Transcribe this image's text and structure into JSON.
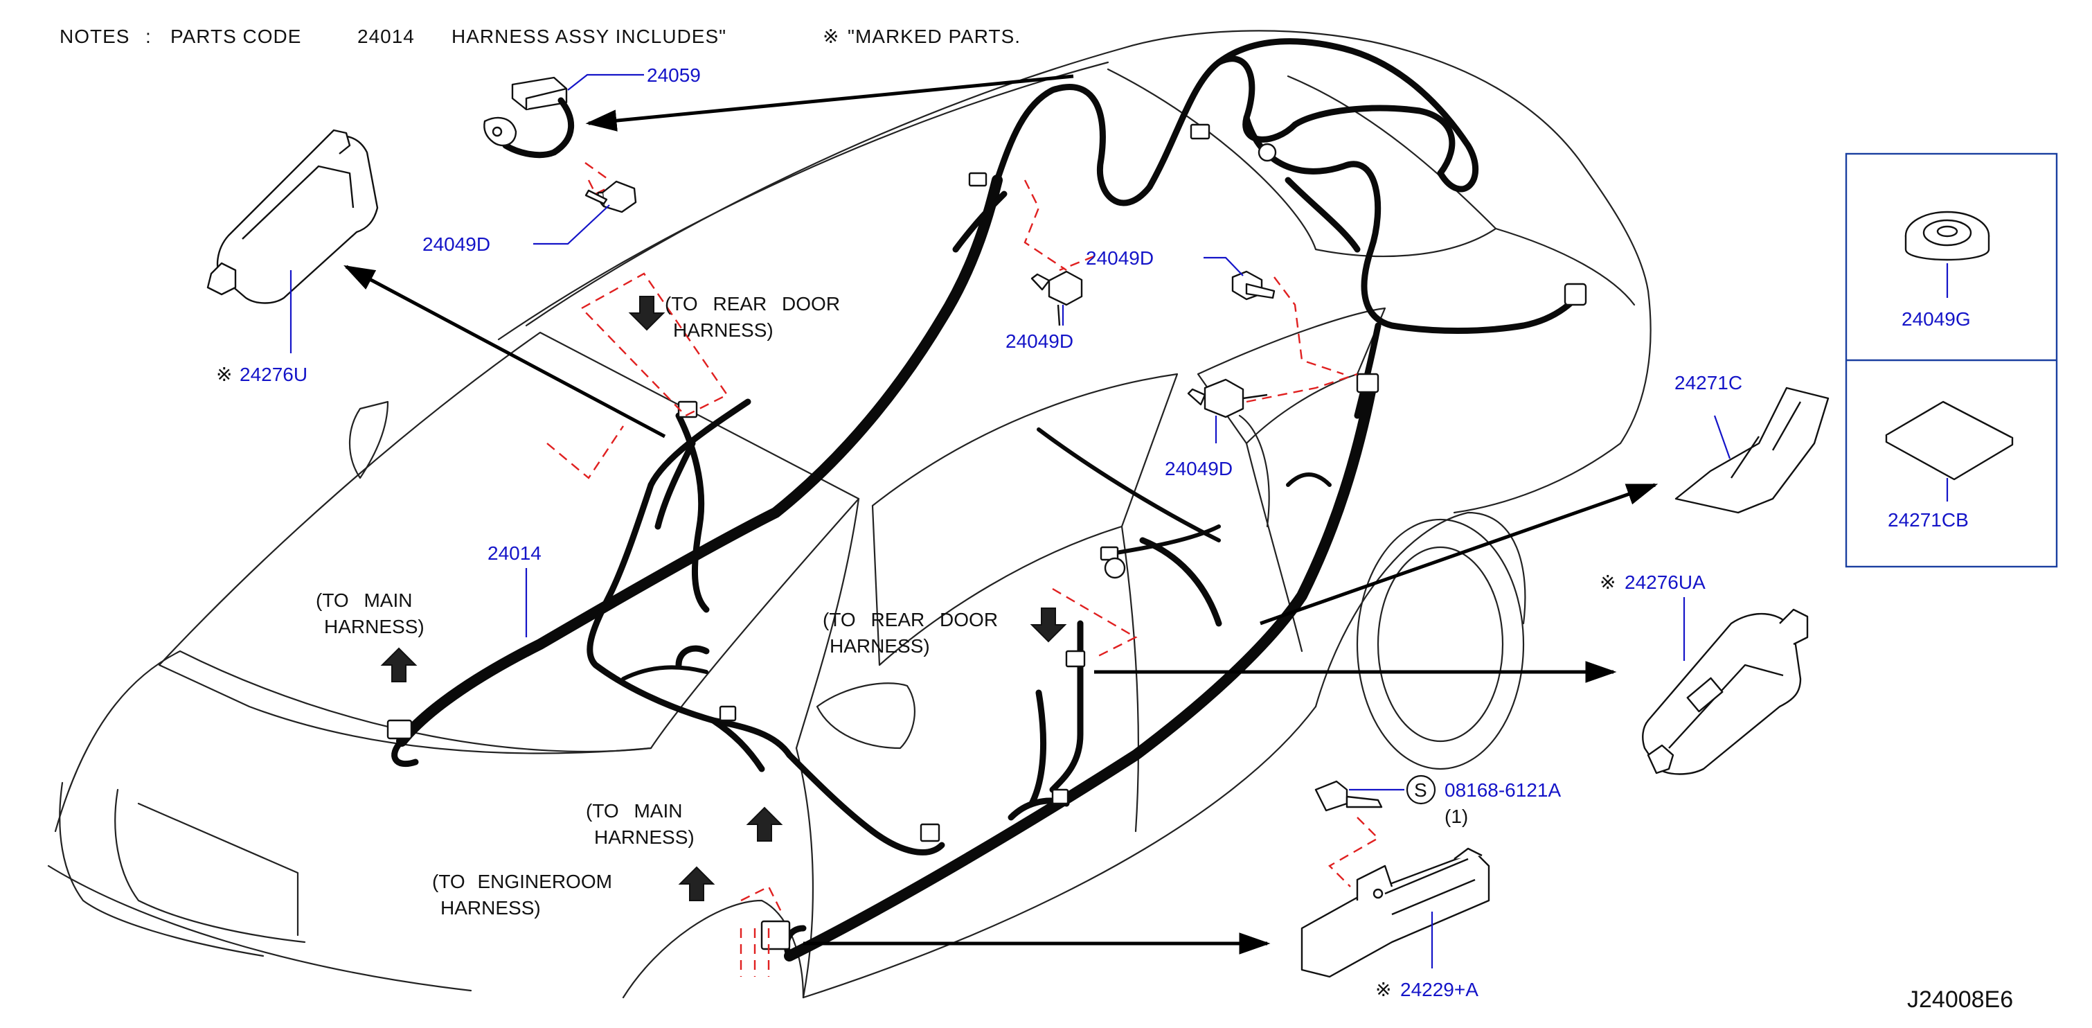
{
  "notes": {
    "prefix": "NOTES",
    "colon": ":",
    "parts_code": "PARTS CODE",
    "code": "24014",
    "includes": "HARNESS ASSY INCLUDES\"",
    "marked_symbol": "※",
    "marked": "\"MARKED PARTS."
  },
  "symbols": {
    "marked": "※",
    "screw_symbol": "S"
  },
  "labels": {
    "p24059": "24059",
    "p24049D_top": "24049D",
    "p24276U": "24276U",
    "p24049D_mid": "24049D",
    "p24049D_mid2": "24049D",
    "p24049D_right": "24049D",
    "p24014": "24014",
    "p24049G": "24049G",
    "p24271CB": "24271CB",
    "p24271C": "24271C",
    "p24276UA": "24276UA",
    "p08168": "08168-6121A",
    "p08168_qty": "(1)",
    "p24229A": "24229+A"
  },
  "callouts": {
    "rear_door_1a": "(TO REAR DOOR",
    "rear_door_1b": "HARNESS)",
    "main_1a": "(TO MAIN",
    "main_1b": "HARNESS)",
    "rear_door_2a": "(TO REAR DOOR",
    "rear_door_2b": "HARNESS)",
    "main_2a": "(TO MAIN",
    "main_2b": "HARNESS)",
    "engine_a": "(TO ENGINEROOM",
    "engine_b": "HARNESS)"
  },
  "diagram_ref": "J24008E6",
  "colors": {
    "label_blue": "#1414c8",
    "dash_red": "#e02020",
    "frame_blue": "#1a3fa0",
    "line_black": "#111111"
  }
}
